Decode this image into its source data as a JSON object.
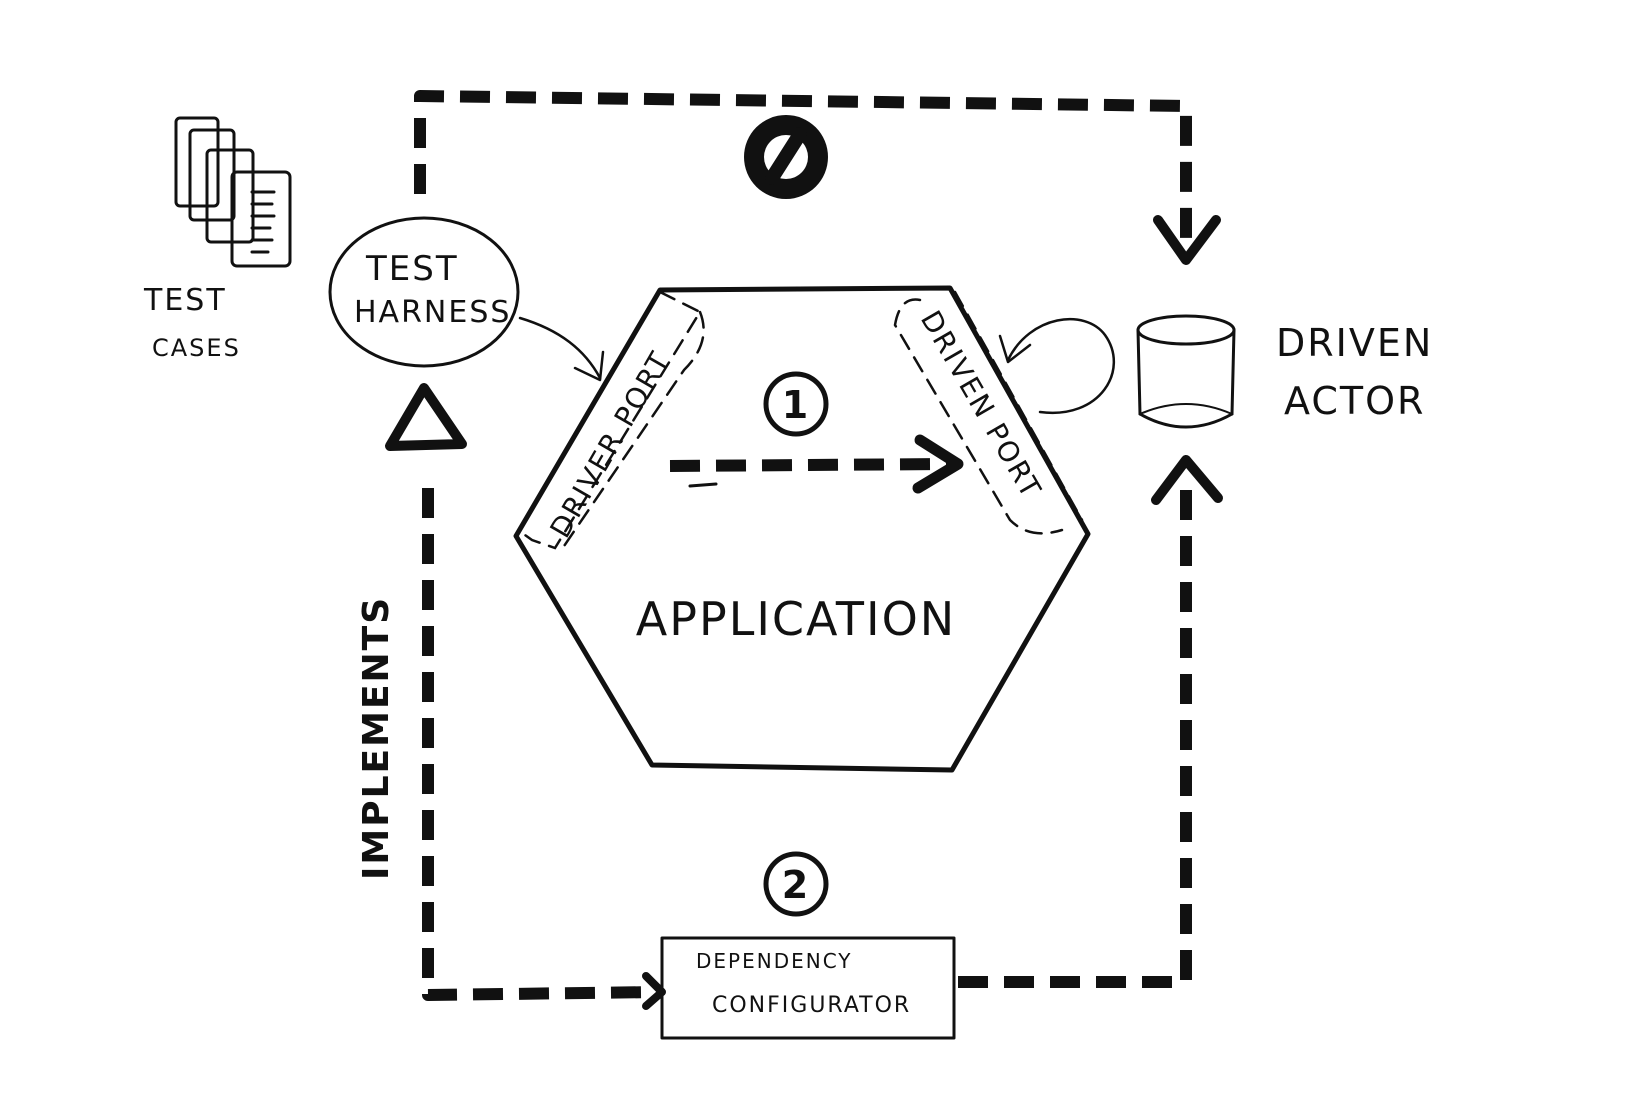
{
  "labels": {
    "test_cases_line1": "TEST",
    "test_cases_line2": "CASES",
    "test_harness_line1": "TEST",
    "test_harness_line2": "HARNESS",
    "driver_port": "DRIVER PORT",
    "driven_port": "DRIVEN PORT",
    "application": "APPLICATION",
    "driven_actor_line1": "DRIVEN",
    "driven_actor_line2": "ACTOR",
    "implements": "IMPLEMENTS",
    "dependency_configurator_line1": "DEPENDENCY",
    "dependency_configurator_line2": "CONFIGURATOR",
    "step_1": "1",
    "step_2": "2"
  },
  "icons": {
    "forbidden": "no-entry-sign",
    "documents": "stacked-documents",
    "database": "cylinder"
  },
  "colors": {
    "ink": "#111111",
    "paper": "#ffffff"
  }
}
